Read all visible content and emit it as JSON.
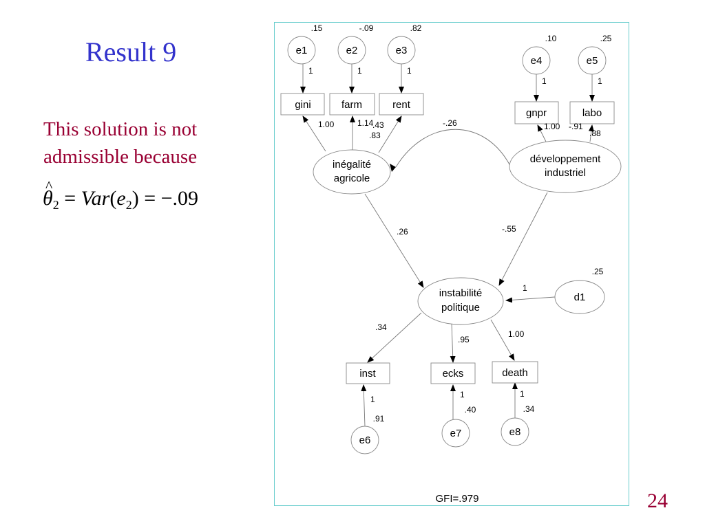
{
  "slide": {
    "title": "Result 9",
    "body_line1": "This solution is not",
    "body_line2": "admissible because",
    "formula": {
      "theta": "θ",
      "hat": "^",
      "theta_sub": "2",
      "eq1": "=",
      "var": "Var",
      "paren_open": "(",
      "e": "e",
      "e_sub": "2",
      "paren_close": ")",
      "eq2": "=",
      "value": "−.09"
    },
    "page_number": "24"
  },
  "diagram": {
    "errors": {
      "e1": {
        "label": "e1",
        "variance": ".15",
        "path": "1"
      },
      "e2": {
        "label": "e2",
        "variance": "-.09",
        "path": "1"
      },
      "e3": {
        "label": "e3",
        "variance": ".82",
        "path": "1"
      },
      "e4": {
        "label": "e4",
        "variance": ".10",
        "path": "1"
      },
      "e5": {
        "label": "e5",
        "variance": ".25",
        "path": "1"
      },
      "e6": {
        "label": "e6",
        "variance": ".91",
        "path": "1"
      },
      "e7": {
        "label": "e7",
        "variance": ".40",
        "path": "1"
      },
      "e8": {
        "label": "e8",
        "variance": ".34",
        "path": "1"
      },
      "d1": {
        "label": "d1",
        "variance": ".25",
        "path": "1"
      }
    },
    "indicators": {
      "gini": "gini",
      "farm": "farm",
      "rent": "rent",
      "gnpr": "gnpr",
      "labo": "labo",
      "inst": "inst",
      "ecks": "ecks",
      "death": "death"
    },
    "latents": {
      "inegalite_line1": "inégalité",
      "inegalite_line2": "agricole",
      "developpement_line1": "développement",
      "developpement_line2": "industriel",
      "instabilite_line1": "instabilité",
      "instabilite_line2": "politique"
    },
    "loadings": {
      "gini": "1.00",
      "farm": "1.14",
      "farm_r2": ".43",
      "rent": ".83",
      "gnpr": "1.00",
      "labo": "-.91",
      "labo_r2": ".88",
      "inst": ".34",
      "ecks": ".95",
      "death": "1.00"
    },
    "structural": {
      "covariance": "-.26",
      "inegalite_to_instabilite": ".26",
      "developpement_to_instabilite": "-.55"
    },
    "fit": "GFI=.979"
  }
}
